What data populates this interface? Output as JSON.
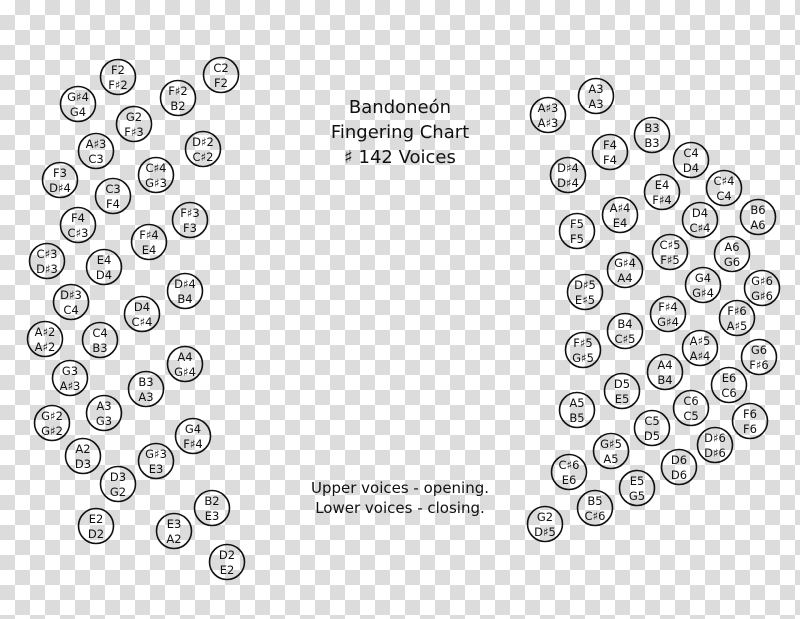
{
  "title": {
    "line1": "Bandoneón",
    "line2": "Fingering Chart",
    "line3": "♯ 142 Voices"
  },
  "note": {
    "line1": "Upper voices - opening.",
    "line2": "Lower voices - closing."
  },
  "left_buttons": [
    [
      "F2",
      "F♯2"
    ],
    [
      "C2",
      "F2"
    ],
    [
      "G♯4",
      "G4"
    ],
    [
      "F♯2",
      "B2"
    ],
    [
      "G2",
      "F♯3"
    ],
    [
      "D♯2",
      "C♯2"
    ],
    [
      "A♯3",
      "C3"
    ],
    [
      "C♯4",
      "G♯3"
    ],
    [
      "F3",
      "D♯4"
    ],
    [
      "C3",
      "F4"
    ],
    [
      "F♯3",
      "F3"
    ],
    [
      "F4",
      "C♯3"
    ],
    [
      "F♯4",
      "E4"
    ],
    [
      "C♯3",
      "D♯3"
    ],
    [
      "E4",
      "D4"
    ],
    [
      "D♯4",
      "B4"
    ],
    [
      "D♯3",
      "C4"
    ],
    [
      "D4",
      "C♯4"
    ],
    [
      "A♯2",
      "A♯2"
    ],
    [
      "C4",
      "B3"
    ],
    [
      "A4",
      "G♯4"
    ],
    [
      "G3",
      "A♯3"
    ],
    [
      "B3",
      "A3"
    ],
    [
      "G♯2",
      "G♯2"
    ],
    [
      "A3",
      "G3"
    ],
    [
      "G4",
      "F♯4"
    ],
    [
      "A2",
      "D3"
    ],
    [
      "G♯3",
      "E3"
    ],
    [
      "D3",
      "G2"
    ],
    [
      "E2",
      "D2"
    ],
    [
      "B2",
      "E3"
    ],
    [
      "E3",
      "A2"
    ],
    [
      "D2",
      "E2"
    ]
  ],
  "right_buttons": [
    [
      "A3",
      "A3"
    ],
    [
      "A♯3",
      "A♯3"
    ],
    [
      "B3",
      "B3"
    ],
    [
      "F4",
      "F4"
    ],
    [
      "C4",
      "D4"
    ],
    [
      "D♯4",
      "D♯4"
    ],
    [
      "E4",
      "F♯4"
    ],
    [
      "C♯4",
      "C4"
    ],
    [
      "A♯4",
      "E4"
    ],
    [
      "D4",
      "C♯4"
    ],
    [
      "B6",
      "A6"
    ],
    [
      "F5",
      "F5"
    ],
    [
      "C♯5",
      "F♯5"
    ],
    [
      "A6",
      "G6"
    ],
    [
      "G♯4",
      "A4"
    ],
    [
      "G4",
      "G♯4"
    ],
    [
      "G♯6",
      "G♯6"
    ],
    [
      "D♯5",
      "E♯5"
    ],
    [
      "F♯4",
      "G♯4"
    ],
    [
      "F♯6",
      "A♯5"
    ],
    [
      "B4",
      "C♯5"
    ],
    [
      "F♯5",
      "G♯5"
    ],
    [
      "A♯5",
      "A♯4"
    ],
    [
      "G6",
      "F♯6"
    ],
    [
      "A4",
      "B4"
    ],
    [
      "E6",
      "C6"
    ],
    [
      "D5",
      "E5"
    ],
    [
      "A5",
      "B5"
    ],
    [
      "C6",
      "C5"
    ],
    [
      "F6",
      "F6"
    ],
    [
      "C5",
      "D5"
    ],
    [
      "D♯6",
      "D♯6"
    ],
    [
      "G♯5",
      "A5"
    ],
    [
      "D6",
      "D6"
    ],
    [
      "C♯6",
      "E6"
    ],
    [
      "E5",
      "G5"
    ],
    [
      "B5",
      "C♯6"
    ],
    [
      "G2",
      "D♯5"
    ]
  ]
}
